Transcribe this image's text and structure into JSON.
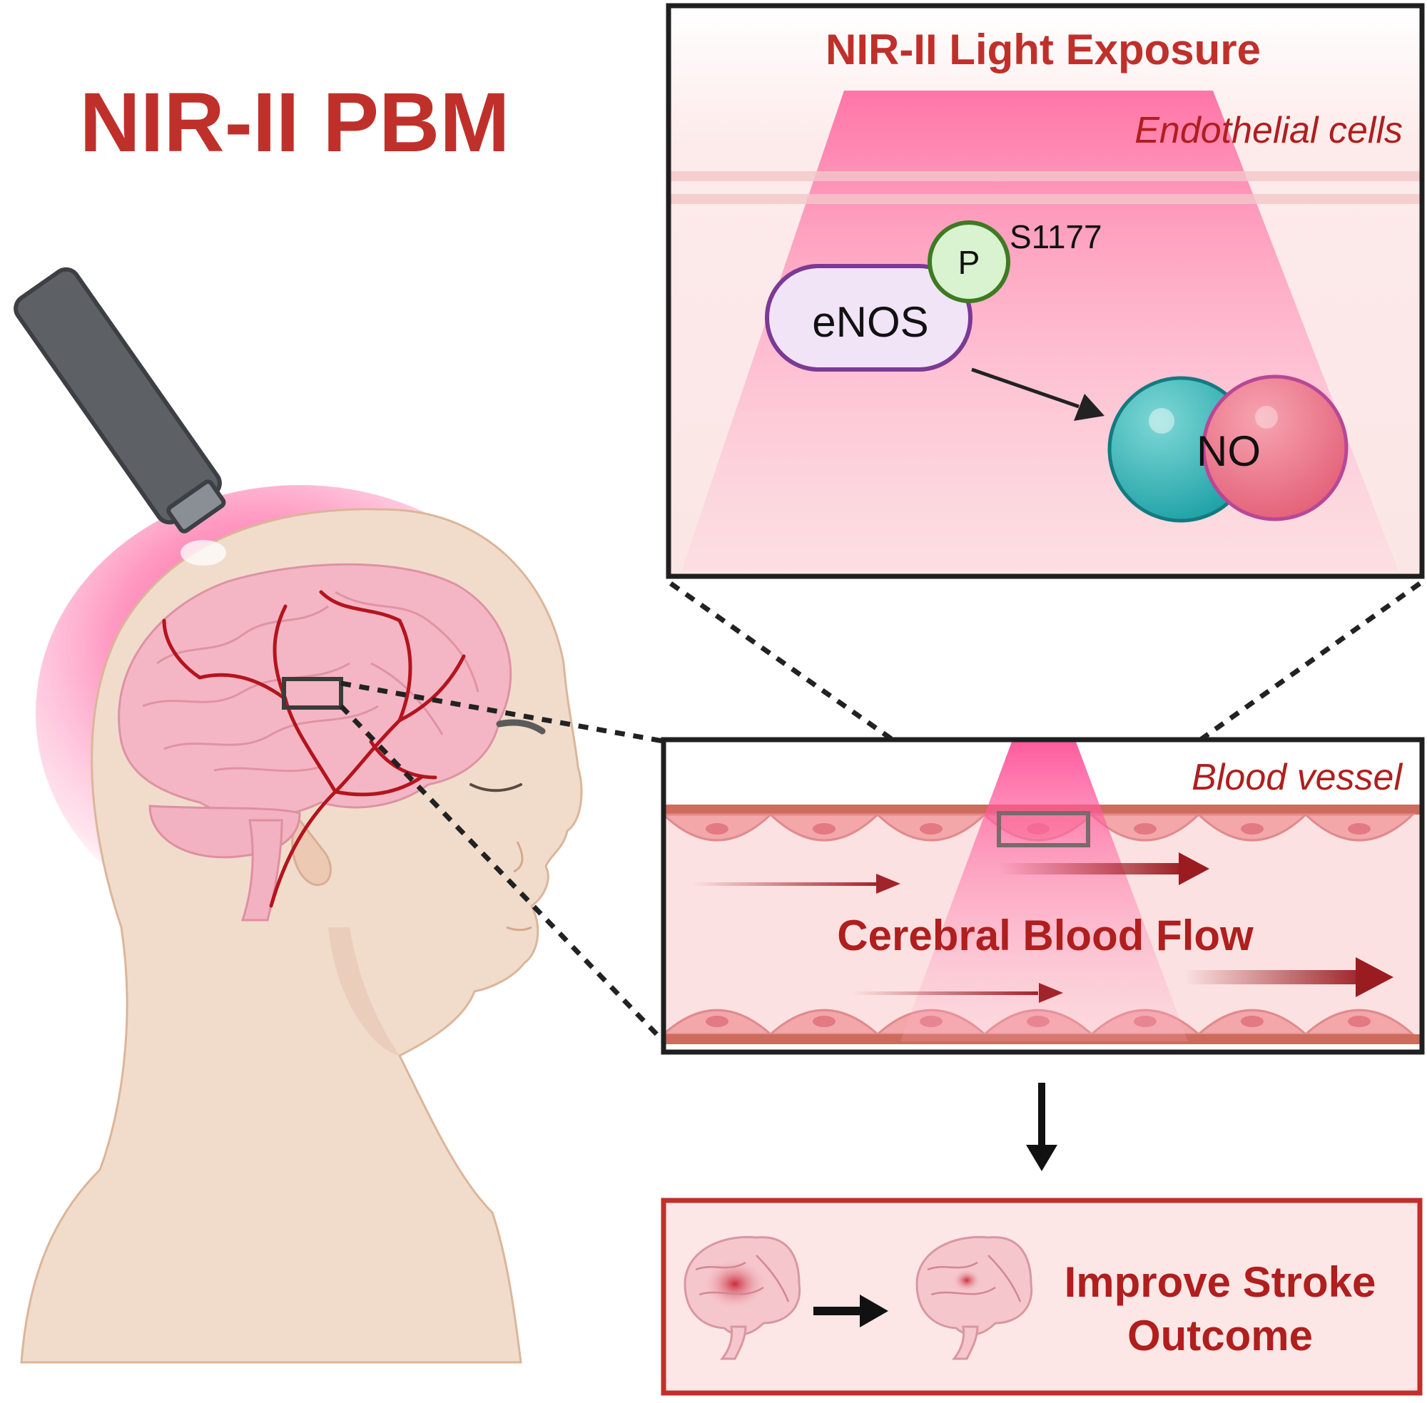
{
  "main_title": "NIR-II PBM",
  "exposure_panel": {
    "title": "NIR-II Light Exposure",
    "cell_label": "Endothelial cells",
    "enzyme_label": "eNOS",
    "phospho_label": "P",
    "site_label": "S1177",
    "product_label": "NO"
  },
  "vessel_panel": {
    "label": "Blood vessel",
    "flow_label": "Cerebral Blood Flow"
  },
  "outcome_panel": {
    "line1": "Improve Stroke",
    "line2": "Outcome"
  },
  "colors": {
    "title_red": "#c0302b",
    "dark_red": "#b01e1e",
    "pink": "#ff5c9a",
    "panel_bg": "#fbe4e4",
    "skin": "#f0dccb",
    "brain_pink": "#f6b3c2",
    "vessel_red": "#b4141e",
    "device": "#5d6166",
    "enos_fill": "#f1e4f7",
    "enos_stroke": "#7b3a93",
    "p_fill": "#d9f2cf",
    "p_stroke": "#3e7a22",
    "no_teal": "#35b5b8",
    "no_pink": "#ec7f92"
  }
}
